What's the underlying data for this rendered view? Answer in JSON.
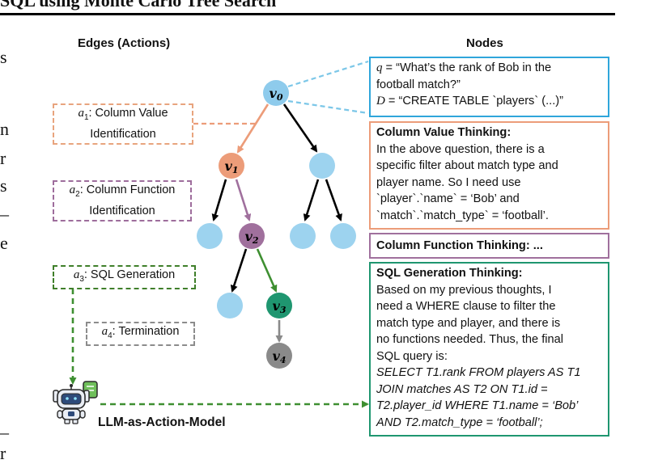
{
  "header": {
    "title": "SQL using Monte Carlo Tree Search",
    "left_margin_fragments": [
      "s",
      "n",
      "r",
      "s",
      "–",
      "e",
      "–",
      "r"
    ]
  },
  "edges_column": {
    "heading": "Edges (Actions)",
    "actions": [
      {
        "var": "a",
        "sub": "1",
        "line1": ": Column Value",
        "line2": "Identification",
        "color": "#e8a47e"
      },
      {
        "var": "a",
        "sub": "2",
        "line1": ": Column Function",
        "line2": "Identification",
        "color": "#9e6d9c"
      },
      {
        "var": "a",
        "sub": "3",
        "line1": ": SQL Generation",
        "line2": "",
        "color": "#3f7f2a"
      },
      {
        "var": "a",
        "sub": "4",
        "line1": ": Termination",
        "line2": "",
        "color": "#8c8c8c"
      }
    ],
    "model_label": "LLM-as-Action-Model"
  },
  "tree": {
    "nodes": [
      {
        "var": "v",
        "sub": "0"
      },
      {
        "var": "v",
        "sub": "1"
      },
      {
        "var": "v",
        "sub": "2"
      },
      {
        "var": "v",
        "sub": "3"
      },
      {
        "var": "v",
        "sub": "4"
      }
    ],
    "colors": {
      "default": "#9dd3ef",
      "root": "#8ecbec",
      "v1": "#ec9c79",
      "v2": "#a0709d",
      "v3": "#1f9670",
      "v4": "#8a8a8a",
      "edge_black": "#000000",
      "edge_orange": "#ec9c79",
      "edge_purple": "#a0709d",
      "edge_green": "#3e8f31",
      "edge_gray": "#8a8a8a",
      "dash_blue": "#7cc7e8",
      "dash_green": "#3e8f31"
    }
  },
  "nodes_column": {
    "heading": "Nodes",
    "state": {
      "q_var": "q",
      "q_line1": " = “What’s the rank of Bob in the",
      "q_line2": "football match?”",
      "d_var": "D",
      "d_line": " = “CREATE TABLE `players` (...)”",
      "color": "#2fa6db"
    },
    "column_value": {
      "heading": "Column Value Thinking:",
      "lines": [
        "In the above question, there is a",
        "specific filter about match type and",
        "player name. So I need use",
        "`player`.`name` = ‘Bob’ and",
        "`match`.`match_type` = ‘football’."
      ],
      "color": "#ec9c79"
    },
    "column_function": {
      "heading": "Column Function Thinking: ...",
      "color": "#a0709d"
    },
    "sql_generation": {
      "heading": "SQL Generation Thinking:",
      "lines": [
        "Based on my previous thoughts, I",
        "need a WHERE clause to filter the",
        "match type and player, and there is",
        "no functions needed. Thus, the final",
        "SQL query is:"
      ],
      "sql_lines": [
        "SELECT T1.rank FROM players AS T1",
        "JOIN matches AS T2 ON T1.id =",
        "T2.player_id WHERE T1.name = ‘Bob’",
        "AND T2.match_type = ‘football’;"
      ],
      "color": "#1f9670"
    }
  }
}
